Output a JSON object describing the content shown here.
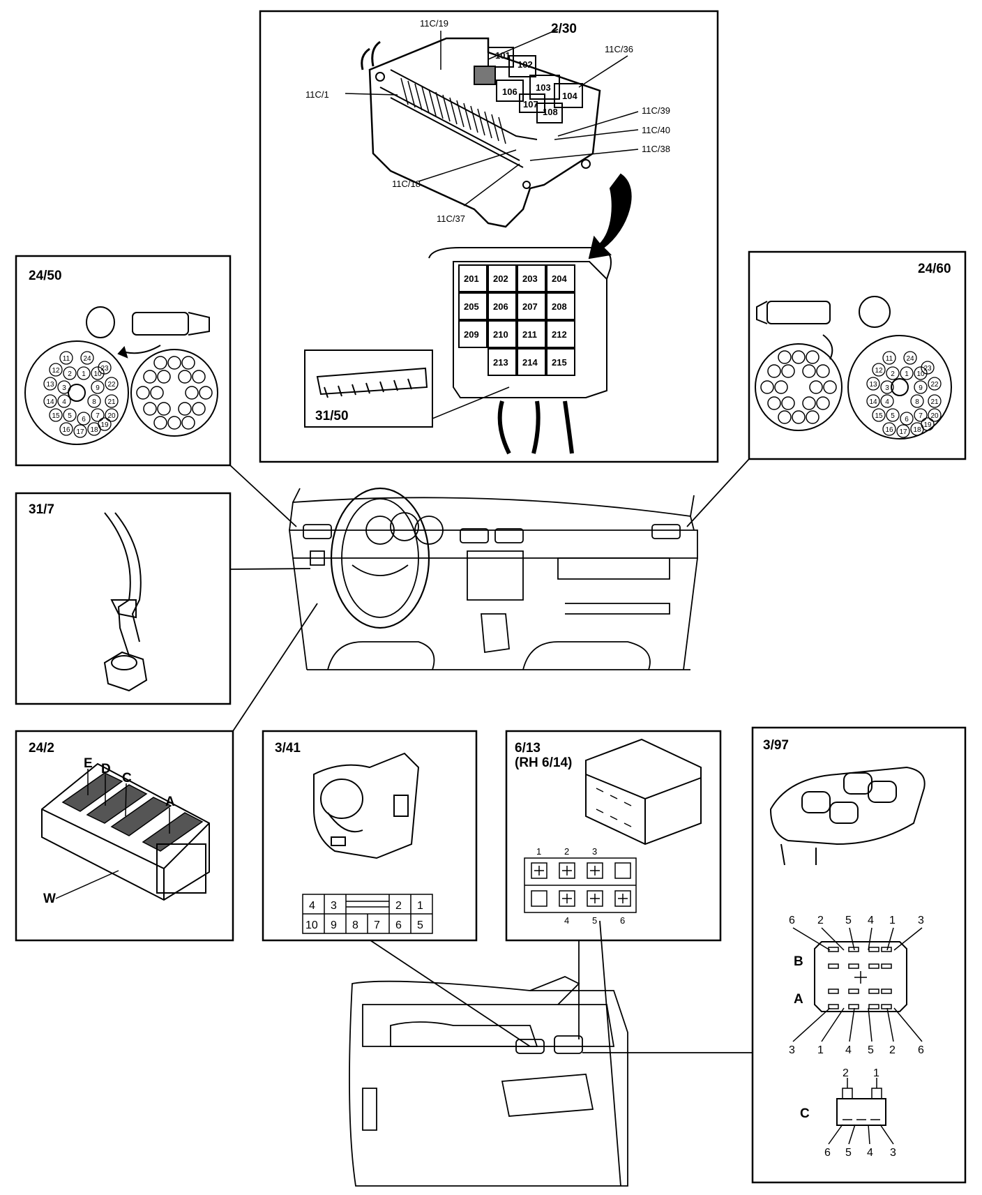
{
  "panels": {
    "fusebox": {
      "title": "2/30",
      "callouts": [
        "11C/19",
        "11C/1",
        "11C/36",
        "11C/39",
        "11C/40",
        "11C/38",
        "11C/18",
        "11C/37"
      ],
      "relays_top": [
        "101",
        "102",
        "103",
        "104",
        "106",
        "107",
        "108"
      ],
      "relay_board": [
        "201",
        "202",
        "203",
        "204",
        "205",
        "206",
        "207",
        "208",
        "209",
        "210",
        "211",
        "212",
        "213",
        "214",
        "215"
      ],
      "inset_title": "31/50"
    },
    "p2450": {
      "title": "24/50",
      "pins_left": [
        "11",
        "24",
        "12",
        "2",
        "1",
        "10",
        "23",
        "13",
        "3",
        "9",
        "22",
        "14",
        "4",
        "8",
        "21",
        "15",
        "5",
        "6",
        "7",
        "20",
        "16",
        "17",
        "18",
        "19"
      ]
    },
    "p2460": {
      "title": "24/60",
      "pins_right": [
        "11",
        "24",
        "12",
        "2",
        "1",
        "10",
        "23",
        "13",
        "3",
        "9",
        "22",
        "14",
        "4",
        "8",
        "21",
        "15",
        "5",
        "6",
        "7",
        "20",
        "16",
        "17",
        "18",
        "19"
      ]
    },
    "p317": {
      "title": "31/7"
    },
    "p242": {
      "title": "24/2",
      "labels": [
        "E",
        "D",
        "C",
        "A",
        "W"
      ]
    },
    "p341": {
      "title": "3/41",
      "row1": [
        "4",
        "3",
        "",
        "2",
        "1"
      ],
      "row2": [
        "10",
        "9",
        "8",
        "7",
        "6",
        "5"
      ]
    },
    "p613": {
      "title": "6/13",
      "subtitle": "(RH 6/14)",
      "top_pins": [
        "1",
        "2",
        "3"
      ],
      "bottom_pins": [
        "4",
        "5",
        "6"
      ]
    },
    "p397": {
      "title": "3/97",
      "b_top": [
        "6",
        "2",
        "5",
        "4",
        "1",
        "3"
      ],
      "a_bottom": [
        "3",
        "1",
        "4",
        "5",
        "2",
        "6"
      ],
      "label_b": "B",
      "label_a": "A",
      "label_c": "C",
      "c_top": [
        "2",
        "1"
      ],
      "c_bottom": [
        "6",
        "5",
        "4",
        "3"
      ]
    }
  }
}
